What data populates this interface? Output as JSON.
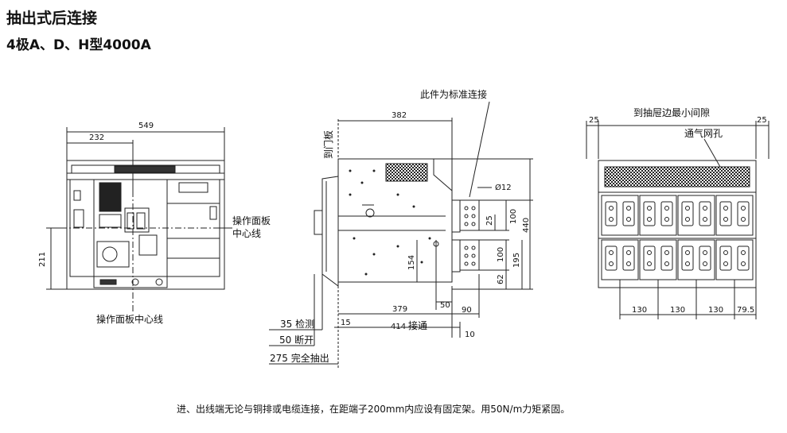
{
  "title": "抽出式后连接",
  "subtitle": "4极A、D、H型4000A",
  "front_view": {
    "dim_width": "549",
    "dim_center": "232",
    "dim_height": "211",
    "label_panel_center_right": "操作面板",
    "label_panel_center_right_2": "中心线",
    "label_panel_center_bottom": "操作面板中心线"
  },
  "side_view": {
    "label_door": "到门板",
    "label_standard_connection": "此件为标准连接",
    "dim_top": "382",
    "dim_hole": "Ø12",
    "dim_25": "25",
    "dim_100_top": "100",
    "dim_440": "440",
    "dim_100_bottom": "100",
    "dim_195": "195",
    "dim_62": "62",
    "dim_154": "154",
    "dim_379": "379",
    "dim_50": "50",
    "dim_90": "90",
    "dim_15": "15",
    "dim_414": "414",
    "label_connection": "接通",
    "dim_10": "10",
    "label_test": "35 检测",
    "label_disconnect": "50 断开",
    "label_withdrawn": "275 完全抽出"
  },
  "rear_view": {
    "label_clearance": "到抽屉边最小间隙",
    "dim_left_25": "25",
    "dim_right_25": "25",
    "label_vent": "通气网孔",
    "dim_130_1": "130",
    "dim_130_2": "130",
    "dim_130_3": "130",
    "dim_79_5": "79.5"
  },
  "footnote": "进、出线端无论与铜排或电缆连接，在距端子200mm内应设有固定架。用50N/m力矩紧固。"
}
